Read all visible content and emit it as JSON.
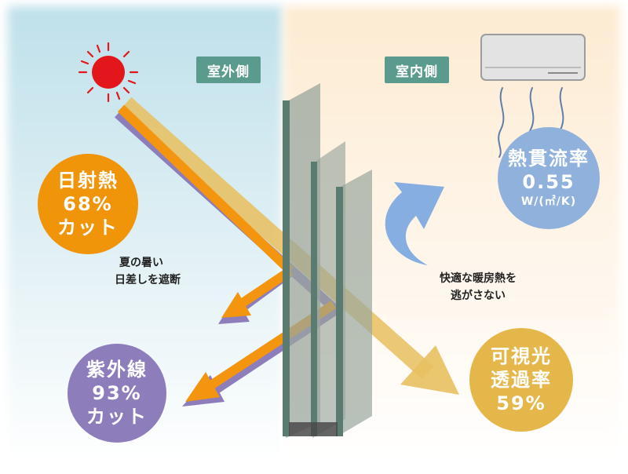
{
  "labels": {
    "outside": "室外側",
    "inside": "室内側"
  },
  "badges": {
    "solar_heat": {
      "line1": "日射熱",
      "line2": "68%",
      "line3": "カット",
      "color": "#f0940a"
    },
    "uv": {
      "line1": "紫外線",
      "line2": "93%",
      "line3": "カット",
      "color": "#8d7dbb"
    },
    "u_value": {
      "line1": "熱貫流率",
      "line2": "0.55",
      "line3": "W/(㎡/K)",
      "color": "#8fb1dc"
    },
    "visible_light": {
      "line1": "可視光",
      "line2": "透過率",
      "line3": "59%",
      "color": "#e5b74a"
    }
  },
  "captions": {
    "summer_line1": "夏の暑い",
    "summer_line2": "日差しを遮断",
    "warm_line1": "快適な暖房熱を",
    "warm_line2": "逃がさない"
  },
  "colors": {
    "outside_bg": "#cde7ee",
    "inside_bg": "#fdf0dd",
    "sun": "#e3161b",
    "beam_orange": "#f3950f",
    "beam_purple": "#8d7dbb",
    "beam_yellow": "#e8c060",
    "glass": "#9aa69d",
    "frame": "#5b7a70",
    "arrow_blue": "#86aee0"
  },
  "icons": [
    "sun-icon",
    "air-conditioner-icon",
    "warm-air-wave-icon",
    "circular-arrow-icon"
  ]
}
